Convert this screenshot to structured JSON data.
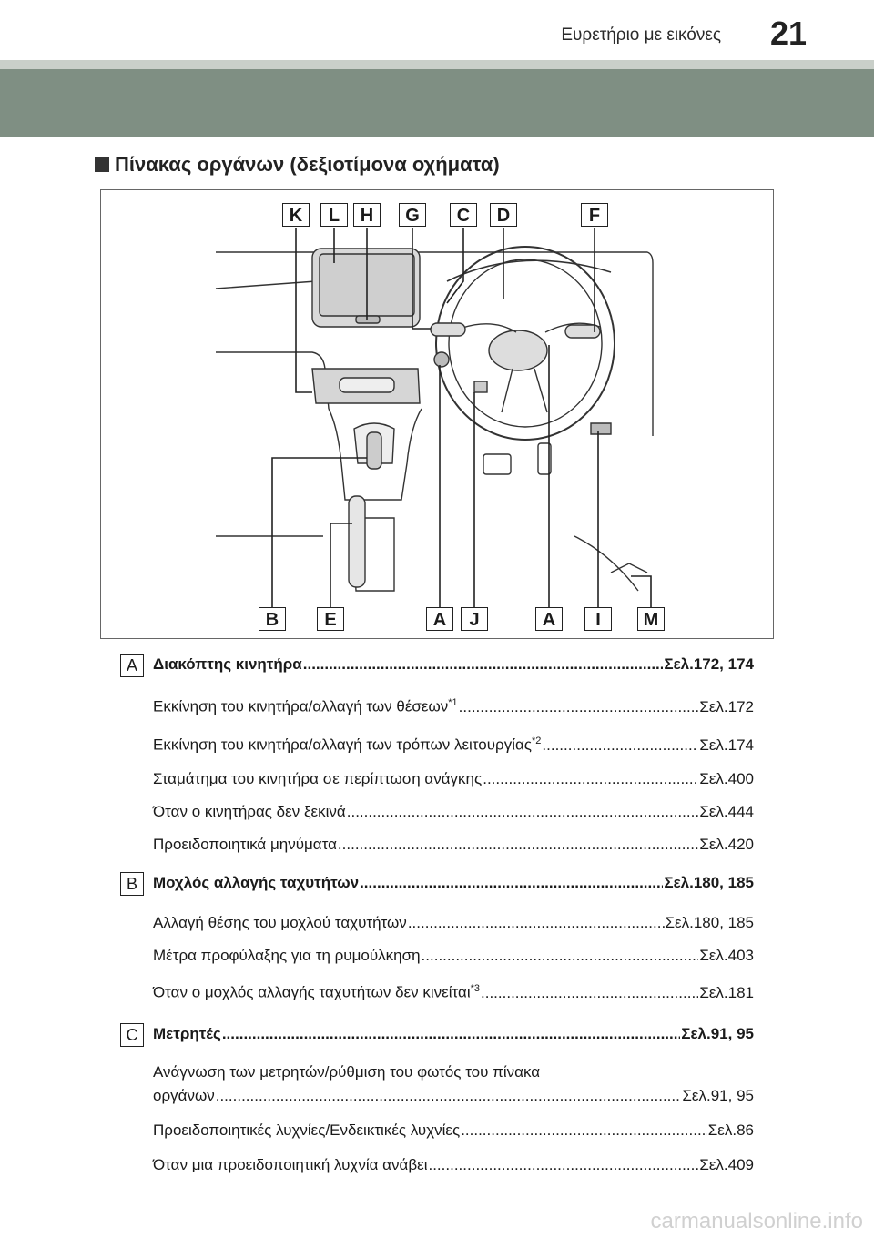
{
  "header": {
    "title": "Ευρετήριο με εικόνες",
    "page_number": "21"
  },
  "section": {
    "title": "Πίνακας οργάνων (δεξιοτίμονα οχήματα)"
  },
  "figure": {
    "top_labels": [
      "K",
      "L",
      "H",
      "G",
      "C",
      "D",
      "F"
    ],
    "bottom_labels": [
      "B",
      "E",
      "A",
      "J",
      "A",
      "I",
      "M"
    ]
  },
  "entries": [
    {
      "badge": "A",
      "main": {
        "text": "Διακόπτης κινητήρα",
        "page": "Σελ.172, 174"
      },
      "subs": [
        {
          "text": "Εκκίνηση του κινητήρα/αλλαγή των θέσεων",
          "sup": "*1",
          "page": "Σελ.172"
        },
        {
          "text": "Εκκίνηση του κινητήρα/αλλαγή των τρόπων λειτουργίας",
          "sup": "*2",
          "page": "Σελ.174"
        },
        {
          "text": "Σταμάτημα του κινητήρα σε περίπτωση ανάγκης",
          "sup": "",
          "page": "Σελ.400"
        },
        {
          "text": "Όταν ο κινητήρας δεν ξεκινά",
          "sup": "",
          "page": "Σελ.444"
        },
        {
          "text": "Προειδοποιητικά μηνύματα",
          "sup": "",
          "page": "Σελ.420"
        }
      ]
    },
    {
      "badge": "B",
      "main": {
        "text": "Μοχλός αλλαγής ταχυτήτων",
        "page": "Σελ.180, 185"
      },
      "subs": [
        {
          "text": "Αλλαγή θέσης του μοχλού ταχυτήτων",
          "sup": "",
          "page": "Σελ.180, 185"
        },
        {
          "text": "Μέτρα προφύλαξης για τη ρυμούλκηση",
          "sup": "",
          "page": "Σελ.403"
        },
        {
          "text": "Όταν ο μοχλός αλλαγής ταχυτήτων δεν κινείται",
          "sup": "*3",
          "page": "Σελ.181"
        }
      ]
    },
    {
      "badge": "C",
      "main": {
        "text": "Μετρητές",
        "page": "Σελ.91, 95"
      },
      "subs": [
        {
          "line1": "Ανάγνωση των μετρητών/ρύθμιση του φωτός του πίνακα",
          "text": "οργάνων",
          "sup": "",
          "page": "Σελ.91, 95"
        },
        {
          "text": "Προειδοποιητικές λυχνίες/Ενδεικτικές λυχνίες",
          "sup": "",
          "page": "Σελ.86"
        },
        {
          "text": "Όταν μια προειδοποιητική λυχνία ανάβει",
          "sup": "",
          "page": "Σελ.409"
        }
      ]
    }
  ],
  "watermark": "carmanualsonline.info"
}
